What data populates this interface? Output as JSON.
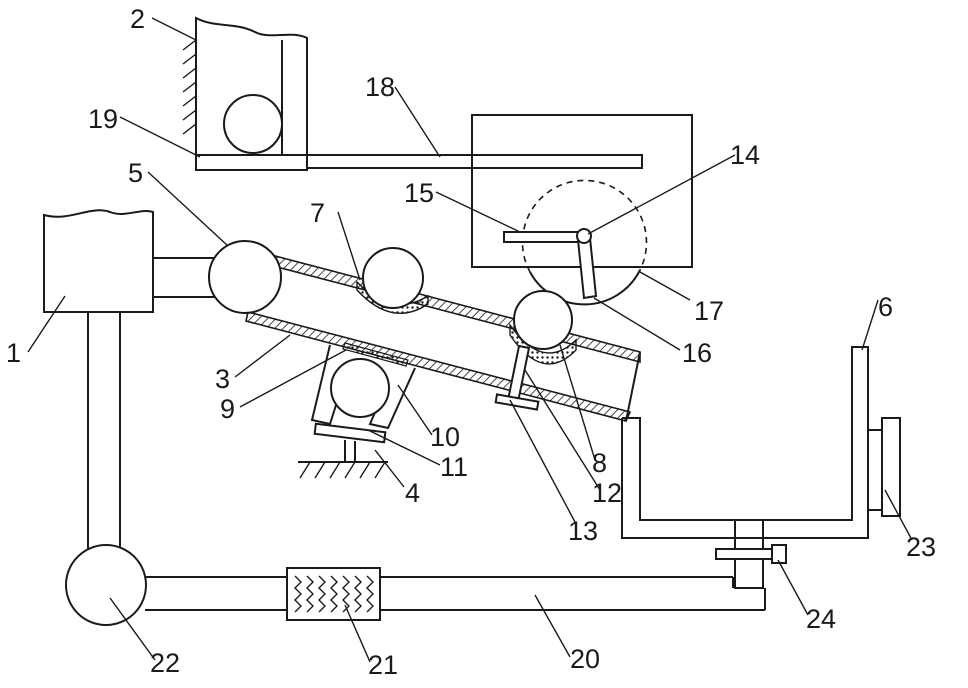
{
  "figure": {
    "labels": {
      "l1": "1",
      "l2": "2",
      "l3": "3",
      "l4": "4",
      "l5": "5",
      "l6": "6",
      "l7": "7",
      "l8": "8",
      "l9": "9",
      "l10": "10",
      "l11": "11",
      "l12": "12",
      "l13": "13",
      "l14": "14",
      "l15": "15",
      "l16": "16",
      "l17": "17",
      "l18": "18",
      "l19": "19",
      "l20": "20",
      "l21": "21",
      "l22": "22",
      "l23": "23",
      "l24": "24"
    }
  }
}
